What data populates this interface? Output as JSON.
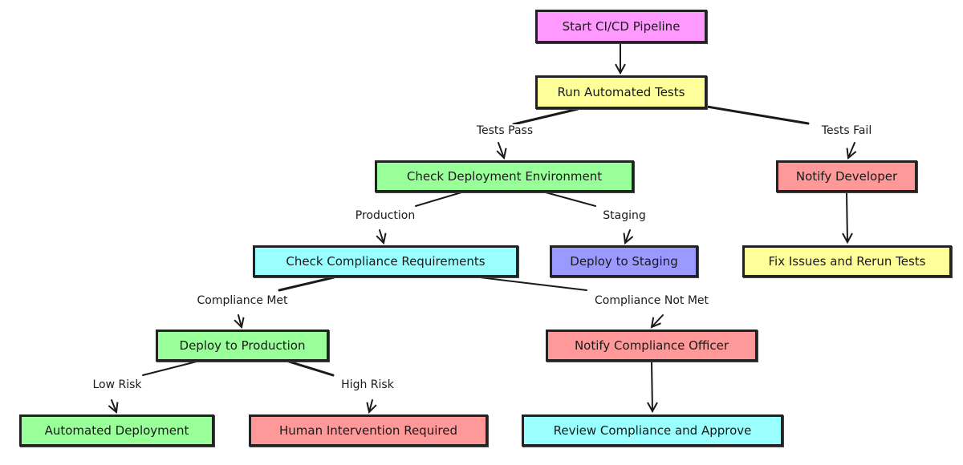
{
  "diagram": {
    "type": "flowchart",
    "nodes": [
      {
        "id": "start",
        "label": "Start CI/CD Pipeline",
        "color": "#ff99ff"
      },
      {
        "id": "tests",
        "label": "Run Automated Tests",
        "color": "#ffff99"
      },
      {
        "id": "env",
        "label": "Check Deployment Environment",
        "color": "#99ff99"
      },
      {
        "id": "notifydev",
        "label": "Notify Developer",
        "color": "#ff9999"
      },
      {
        "id": "compliance",
        "label": "Check Compliance Requirements",
        "color": "#99ffff"
      },
      {
        "id": "staging",
        "label": "Deploy to Staging",
        "color": "#9999ff"
      },
      {
        "id": "fix",
        "label": "Fix Issues and Rerun Tests",
        "color": "#ffff99"
      },
      {
        "id": "prod",
        "label": "Deploy to Production",
        "color": "#99ff99"
      },
      {
        "id": "notifycomp",
        "label": "Notify Compliance Officer",
        "color": "#ff9999"
      },
      {
        "id": "auto",
        "label": "Automated Deployment",
        "color": "#99ff99"
      },
      {
        "id": "human",
        "label": "Human Intervention Required",
        "color": "#ff9999"
      },
      {
        "id": "review",
        "label": "Review Compliance and Approve",
        "color": "#99ffff"
      }
    ],
    "edges": [
      {
        "from": "start",
        "to": "tests",
        "label": ""
      },
      {
        "from": "tests",
        "to": "env",
        "label": "Tests Pass"
      },
      {
        "from": "tests",
        "to": "notifydev",
        "label": "Tests Fail"
      },
      {
        "from": "env",
        "to": "compliance",
        "label": "Production"
      },
      {
        "from": "env",
        "to": "staging",
        "label": "Staging"
      },
      {
        "from": "notifydev",
        "to": "fix",
        "label": ""
      },
      {
        "from": "compliance",
        "to": "prod",
        "label": "Compliance Met"
      },
      {
        "from": "compliance",
        "to": "notifycomp",
        "label": "Compliance Not Met"
      },
      {
        "from": "prod",
        "to": "auto",
        "label": "Low Risk"
      },
      {
        "from": "prod",
        "to": "human",
        "label": "High Risk"
      },
      {
        "from": "notifycomp",
        "to": "review",
        "label": ""
      }
    ]
  }
}
